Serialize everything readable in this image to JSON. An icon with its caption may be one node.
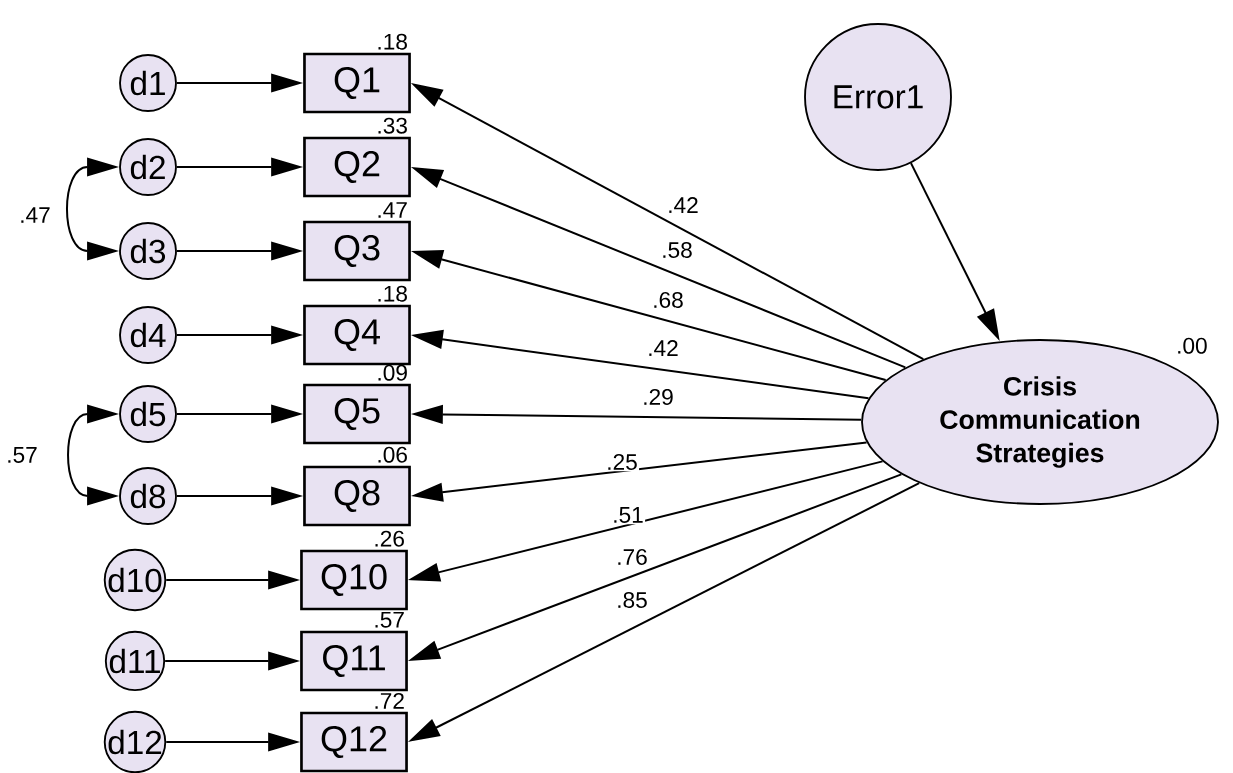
{
  "diagram": {
    "nodes": [
      {
        "text": [
          "d1"
        ]
      },
      {
        "text": [
          "Q1"
        ],
        "beside": [
          ".18"
        ]
      },
      {
        "text": [
          "d2"
        ]
      },
      {
        "text": [
          "Q2"
        ],
        "beside": [
          ".33"
        ]
      },
      {
        "text": [
          "d3"
        ]
      },
      {
        "text": [
          "Q3"
        ],
        "beside": [
          ".47"
        ]
      },
      {
        "text": [
          "d4"
        ]
      },
      {
        "text": [
          "Q4"
        ],
        "beside": [
          ".18"
        ]
      },
      {
        "text": [
          "d5"
        ]
      },
      {
        "text": [
          "Q5"
        ],
        "beside": [
          ".09"
        ]
      },
      {
        "text": [
          "d8"
        ]
      },
      {
        "text": [
          "Q8"
        ],
        "beside": [
          ".06"
        ]
      },
      {
        "text": [
          "d10"
        ]
      },
      {
        "text": [
          "Q10"
        ],
        "beside": [
          ".26"
        ]
      },
      {
        "text": [
          "d11"
        ]
      },
      {
        "text": [
          "Q11"
        ],
        "beside": [
          ".57"
        ]
      },
      {
        "text": [
          "d12"
        ]
      },
      {
        "text": [
          "Q12"
        ],
        "beside": [
          ".72"
        ]
      },
      {
        "text": [
          "Error1"
        ]
      },
      {
        "text": [
          "Crisis Communication Strategies"
        ],
        "beside": [
          ".00"
        ]
      }
    ],
    "edges": [
      {
        "from": 0,
        "to": 1,
        "arrow": "to"
      },
      {
        "from": 2,
        "to": 3,
        "arrow": "to"
      },
      {
        "from": 4,
        "to": 5,
        "arrow": "to"
      },
      {
        "from": 6,
        "to": 7,
        "arrow": "to"
      },
      {
        "from": 8,
        "to": 9,
        "arrow": "to"
      },
      {
        "from": 10,
        "to": 11,
        "arrow": "to"
      },
      {
        "from": 12,
        "to": 13,
        "arrow": "to"
      },
      {
        "from": 14,
        "to": 15,
        "arrow": "to"
      },
      {
        "from": 16,
        "to": 17,
        "arrow": "to"
      },
      {
        "from": 19,
        "to": 1,
        "arrow": "to",
        "label": ".42"
      },
      {
        "from": 19,
        "to": 3,
        "arrow": "to",
        "label": ".58"
      },
      {
        "from": 19,
        "to": 5,
        "arrow": "to",
        "label": ".68"
      },
      {
        "from": 19,
        "to": 7,
        "arrow": "to",
        "label": ".42"
      },
      {
        "from": 19,
        "to": 9,
        "arrow": "to",
        "label": ".29"
      },
      {
        "from": 19,
        "to": 11,
        "arrow": "to",
        "label": ".25"
      },
      {
        "from": 19,
        "to": 13,
        "arrow": "to",
        "label": ".51"
      },
      {
        "from": 19,
        "to": 15,
        "arrow": "to",
        "label": ".76"
      },
      {
        "from": 19,
        "to": 17,
        "arrow": "to",
        "label": ".85"
      },
      {
        "from": 18,
        "to": 19,
        "arrow": "to"
      },
      {
        "from": 2,
        "to": 4,
        "arrow": "both",
        "label": ".47"
      },
      {
        "from": 8,
        "to": 10,
        "arrow": "both",
        "label": ".57"
      }
    ]
  }
}
